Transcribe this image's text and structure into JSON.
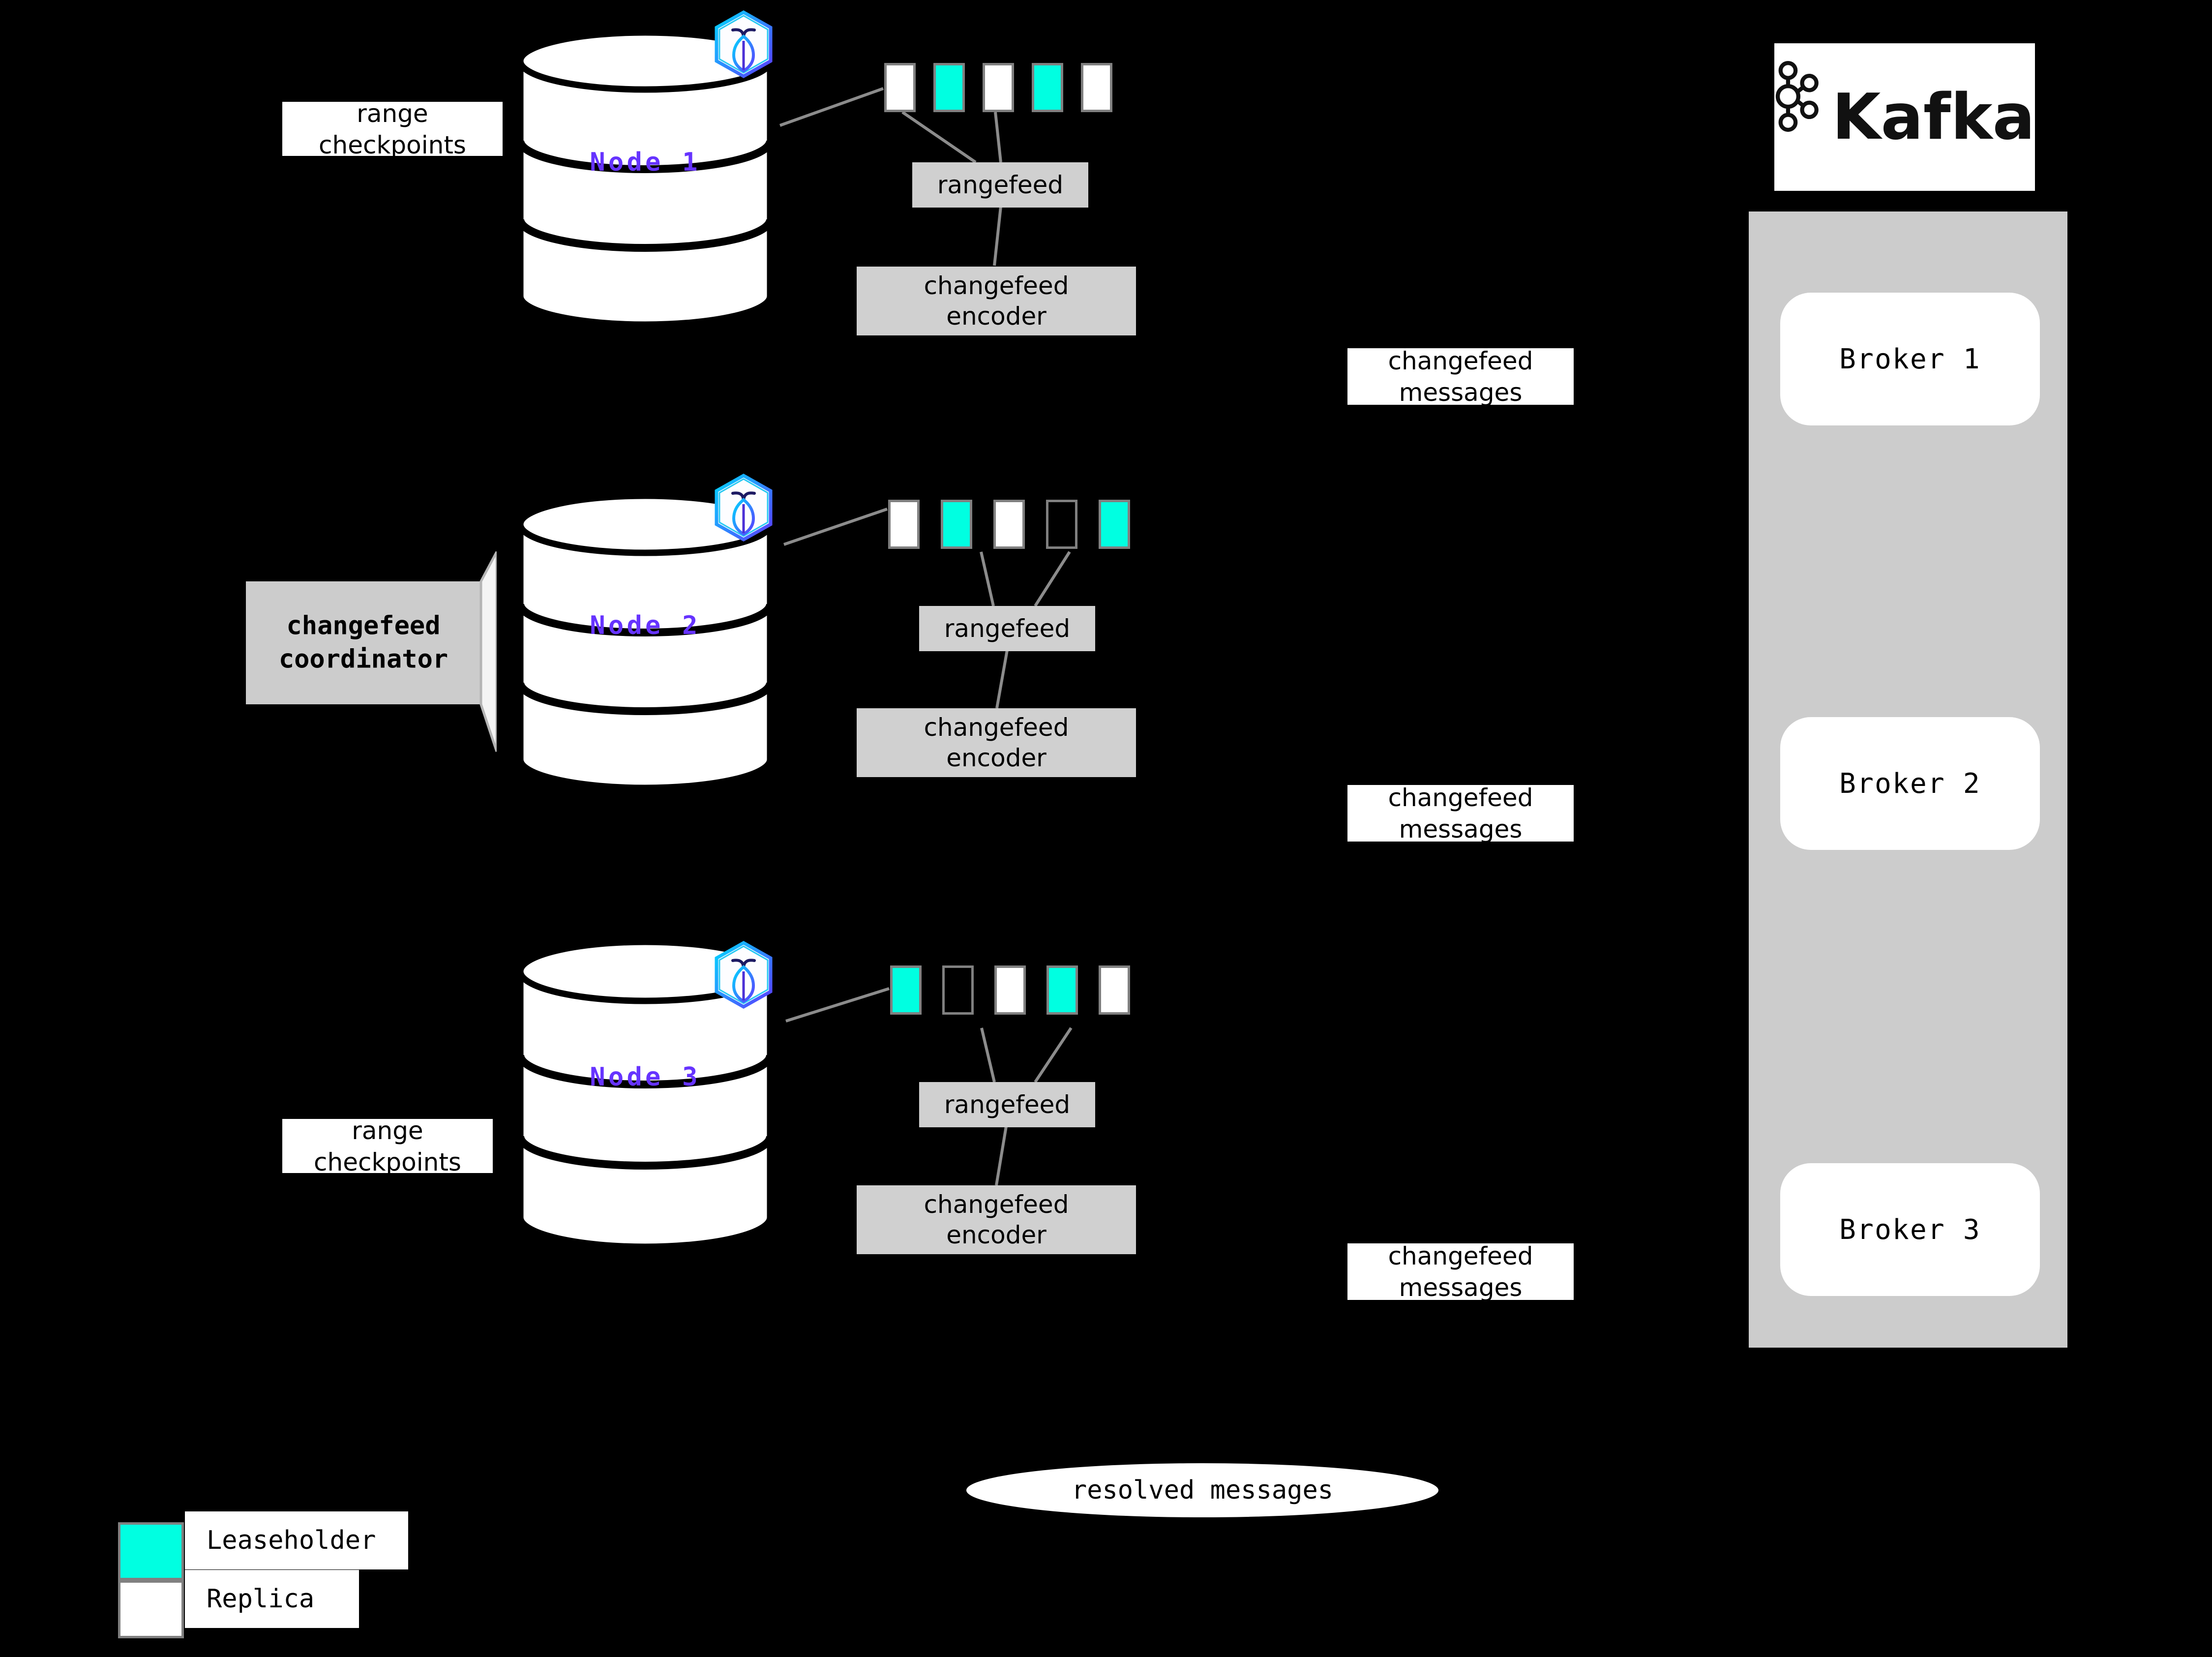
{
  "diagram": {
    "title": "CockroachDB changefeed to Kafka architecture",
    "background_color": "#000000",
    "accent_colors": {
      "leaseholder": "#00ffe1",
      "replica": "#ffffff",
      "range_border": "#808080",
      "node_label": "#6633ff",
      "process_box": "#d0d0d0",
      "kafka_panel": "#cccccc",
      "connector": "#8c8c8c"
    }
  },
  "nodes": [
    {
      "id": "node-1",
      "label": "Node 1",
      "logo": "cockroachdb-hexagon-icon",
      "ranges": [
        "replica",
        "leaseholder",
        "replica",
        "leaseholder",
        "replica"
      ],
      "rangefeed_label": "rangefeed",
      "encoder_label": "changefeed\nencoder",
      "side_label": "range\ncheckpoints",
      "has_side_label": true,
      "has_coordinator": false
    },
    {
      "id": "node-2",
      "label": "Node 2",
      "logo": "cockroachdb-hexagon-icon",
      "ranges": [
        "replica",
        "leaseholder",
        "replica",
        "empty",
        "leaseholder"
      ],
      "rangefeed_label": "rangefeed",
      "encoder_label": "changefeed\nencoder",
      "side_label": "",
      "has_side_label": false,
      "has_coordinator": true,
      "coordinator_label": "changefeed\ncoordinator"
    },
    {
      "id": "node-3",
      "label": "Node 3",
      "logo": "cockroachdb-hexagon-icon",
      "ranges": [
        "leaseholder",
        "empty",
        "replica",
        "leaseholder",
        "replica"
      ],
      "rangefeed_label": "rangefeed",
      "encoder_label": "changefeed\nencoder",
      "side_label": "range\ncheckpoints",
      "has_side_label": true,
      "has_coordinator": false
    }
  ],
  "flow_labels": [
    {
      "id": "changefeed-messages-1",
      "text": "changefeed\nmessages"
    },
    {
      "id": "changefeed-messages-2",
      "text": "changefeed\nmessages"
    },
    {
      "id": "changefeed-messages-3",
      "text": "changefeed\nmessages"
    }
  ],
  "resolved": {
    "label": "resolved messages"
  },
  "kafka": {
    "wordmark": "Kafka",
    "logo": "kafka-nodes-icon",
    "brokers": [
      {
        "id": "broker-1",
        "label": "Broker 1"
      },
      {
        "id": "broker-2",
        "label": "Broker 2"
      },
      {
        "id": "broker-3",
        "label": "Broker 3"
      }
    ]
  },
  "legend": {
    "items": [
      {
        "id": "legend-leaseholder",
        "swatch": "leaseholder",
        "label": "Leaseholder"
      },
      {
        "id": "legend-replica",
        "swatch": "replica",
        "label": "Replica"
      }
    ]
  }
}
